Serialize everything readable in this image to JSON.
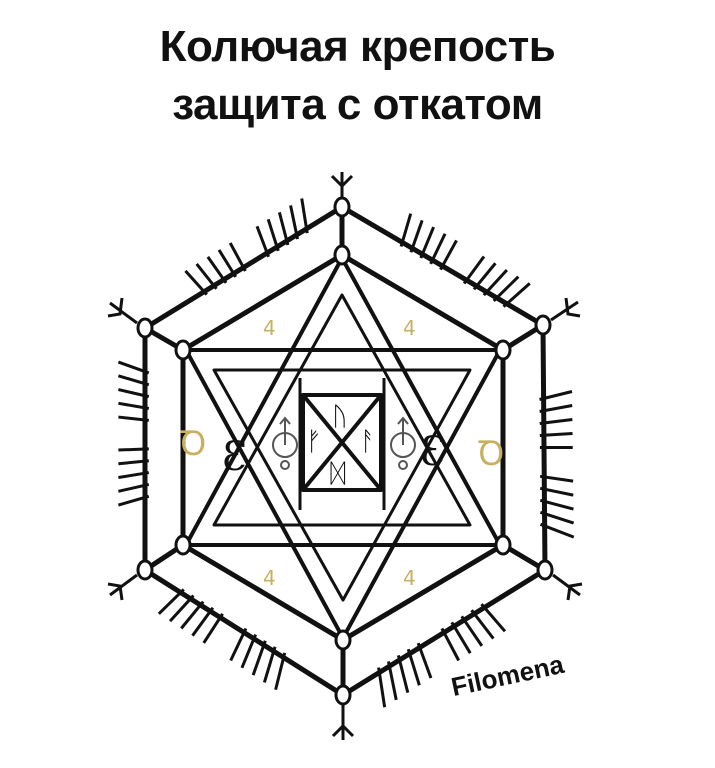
{
  "title": {
    "line1": "Колючая крепость",
    "line2": "защита с откатом"
  },
  "signature": "Filomena",
  "center_runes": [
    "ᚢ",
    "ᚠ",
    "ᚨ",
    "ᛞ"
  ],
  "colors": {
    "ink": "#111111",
    "accent": "#c8b060",
    "background": "#ffffff"
  }
}
